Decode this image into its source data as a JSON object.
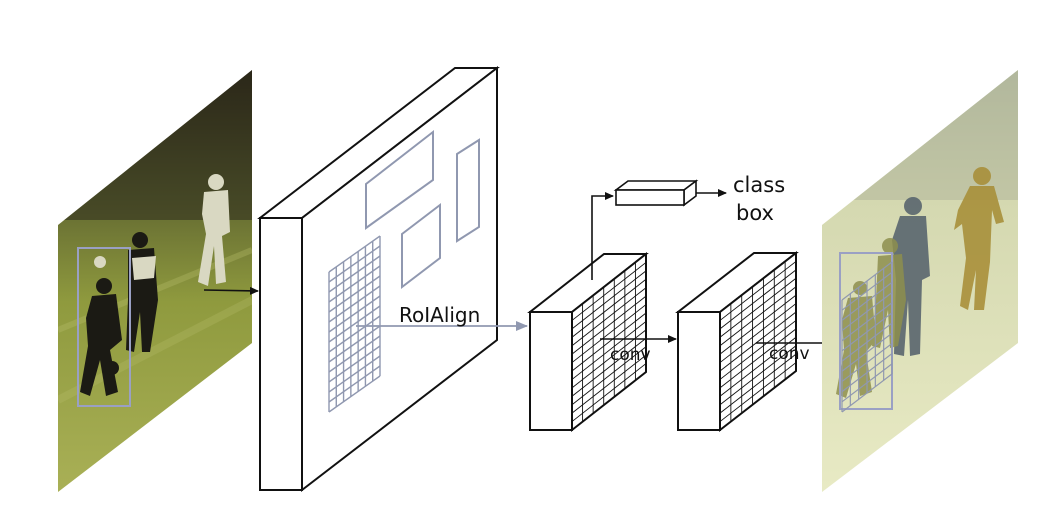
{
  "labels": {
    "roialign": "RoIAlign",
    "conv_1": "conv",
    "conv_2": "conv",
    "class": "class",
    "box": "box"
  },
  "colors": {
    "stroke": "#111111",
    "roi_gray": "#9098b0",
    "pitch": "#8f9a3e",
    "pitch_light": "#c9cd8a",
    "output_bg": "#e4e6b6"
  }
}
